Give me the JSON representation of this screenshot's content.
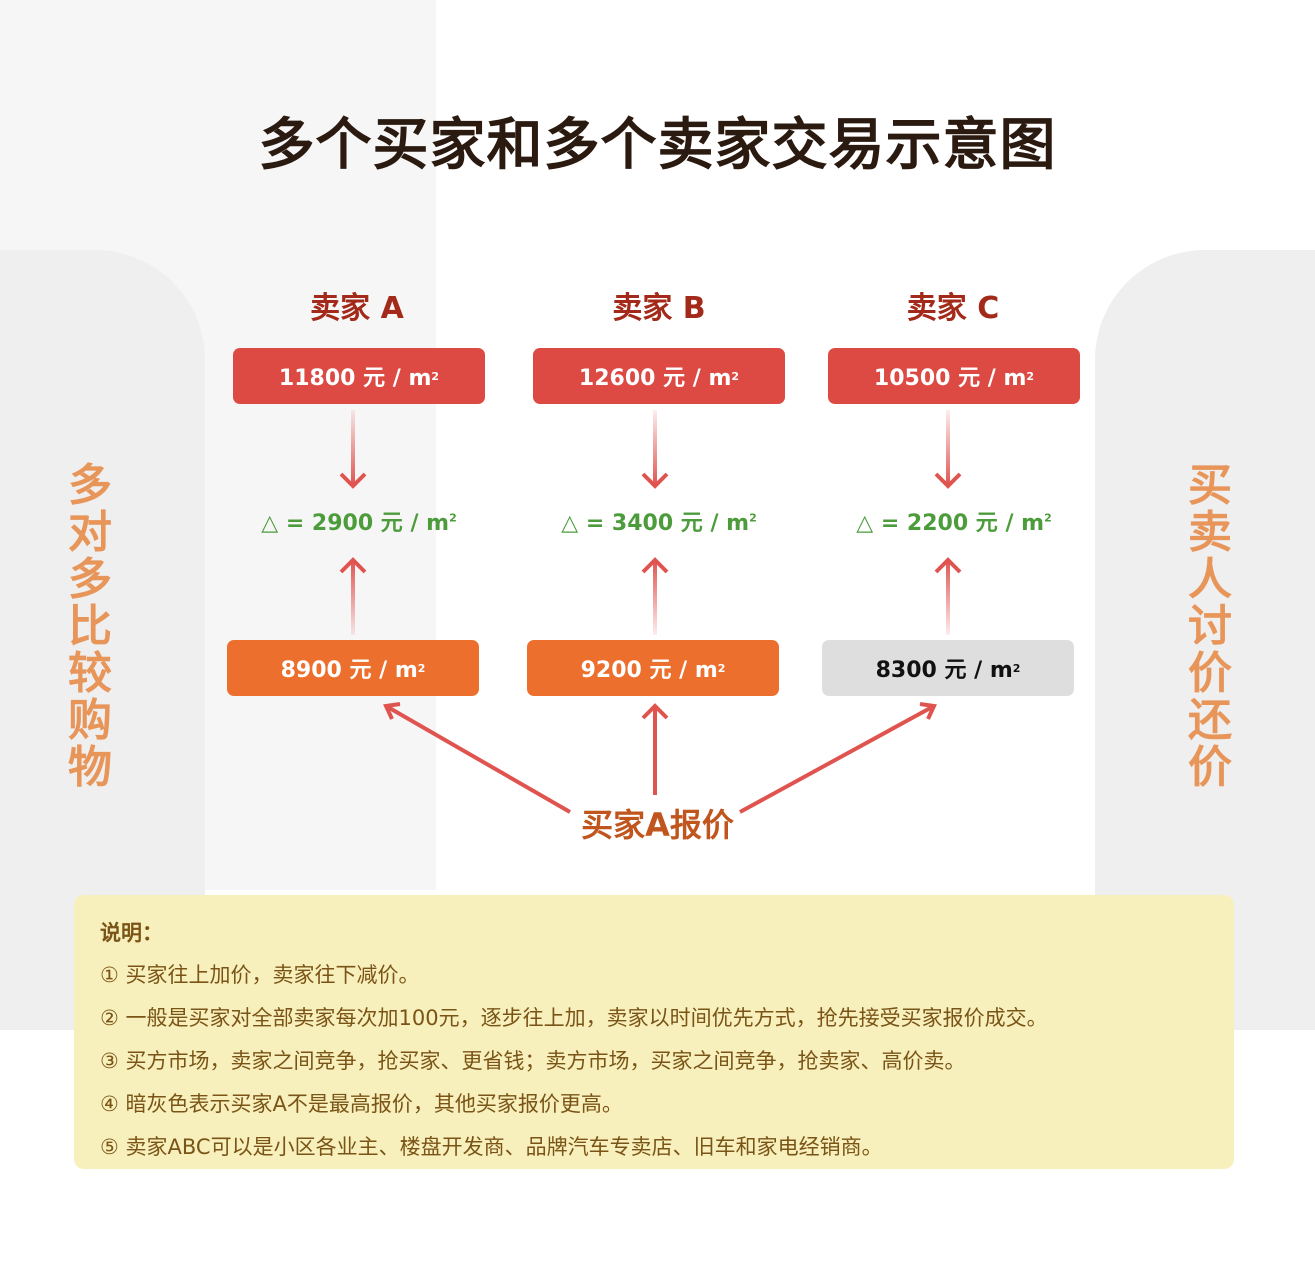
{
  "title": "多个买家和多个卖家交易示意图",
  "left_label": "多对多比较购物",
  "right_label": "买卖人讨价还价",
  "sellers": [
    {
      "name": "卖家 A",
      "ask": "11800 元 / m",
      "delta": "△ = 2900 元 / m",
      "bid": "8900 元 / m",
      "bid_highest": true
    },
    {
      "name": "卖家 B",
      "ask": "12600 元 / m",
      "delta": "△ = 3400 元 / m",
      "bid": "9200 元 / m",
      "bid_highest": true
    },
    {
      "name": "卖家 C",
      "ask": "10500 元 / m",
      "delta": "△ = 2200 元 / m",
      "bid": "8300 元 / m",
      "bid_highest": false
    }
  ],
  "unit_sup": "2",
  "buyer_label": "买家A报价",
  "notes": {
    "heading": "说明：",
    "items": [
      "① 买家往上加价，卖家往下减价。",
      "② 一般是买家对全部卖家每次加100元，逐步往上加，卖家以时间优先方式，抢先接受买家报价成交。",
      "③ 买方市场，卖家之间竞争，抢买家、更省钱；卖方市场，买家之间竞争，抢卖家、高价卖。",
      "④ 暗灰色表示买家A不是最高报价，其他买家报价更高。",
      "⑤ 卖家ABC可以是小区各业主、楼盘开发商、品牌汽车专卖店、旧车和家电经销商。"
    ]
  },
  "colors": {
    "ask": "#dc4a43",
    "bid": "#ec6f2d",
    "bid_low": "#dedede",
    "delta": "#4c9c3c",
    "arrow": "#e05450"
  }
}
